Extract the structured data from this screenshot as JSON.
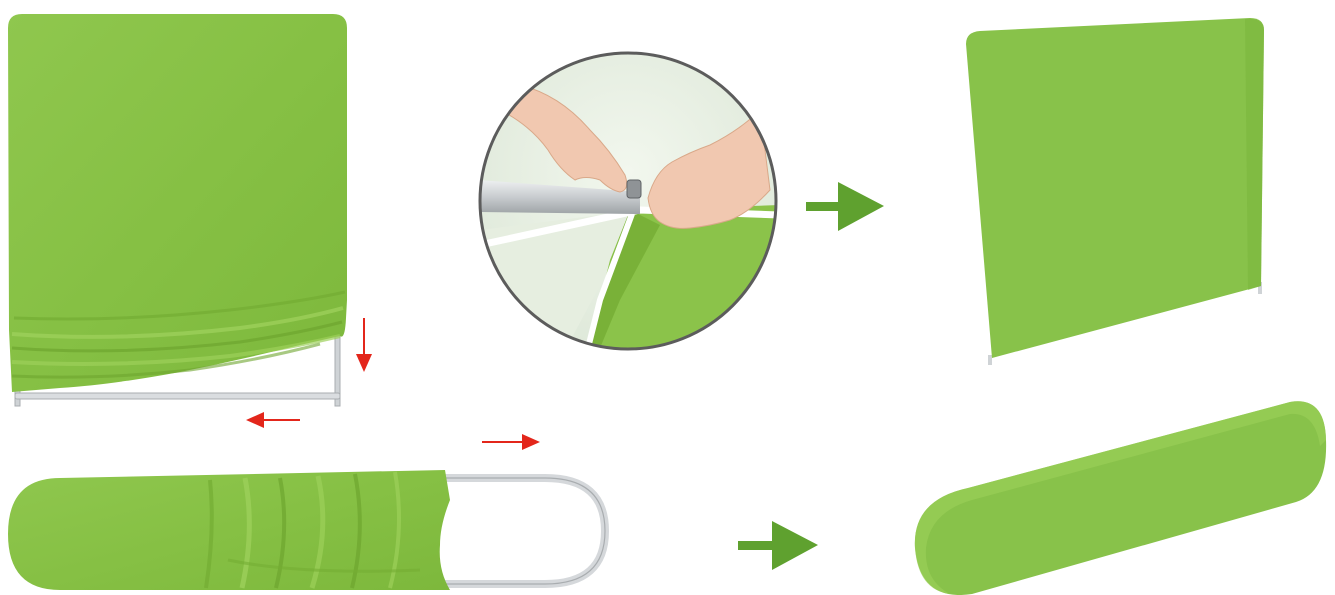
{
  "colors": {
    "fabric": "#8bc34a",
    "fabric_dark": "#74ad33",
    "fabric_light": "#9cd05a",
    "frame": "#d9dcde",
    "frame_edge": "#a9adb0",
    "arrow_red": "#e3261b",
    "arrow_green": "#5fa12f",
    "circle_border": "#5c5c5c",
    "background": "#ffffff"
  },
  "panels": [
    {
      "id": "fabric-sliding-onto-rect-frame",
      "icon": "fabric-panel-partial-icon"
    },
    {
      "id": "zipper-closeup",
      "icon": "hands-zipping-icon"
    },
    {
      "id": "finished-rect-panel",
      "icon": "fabric-panel-finished-icon"
    },
    {
      "id": "fabric-sliding-onto-oval-frame",
      "icon": "fabric-oval-partial-icon"
    },
    {
      "id": "finished-oval-panel",
      "icon": "fabric-oval-finished-icon"
    }
  ],
  "arrows": [
    {
      "id": "red-arrow-down",
      "direction": "down"
    },
    {
      "id": "red-arrow-left",
      "direction": "left"
    },
    {
      "id": "red-arrow-right",
      "direction": "right"
    },
    {
      "id": "green-arrow-top",
      "direction": "right"
    },
    {
      "id": "green-arrow-bottom",
      "direction": "right"
    }
  ]
}
